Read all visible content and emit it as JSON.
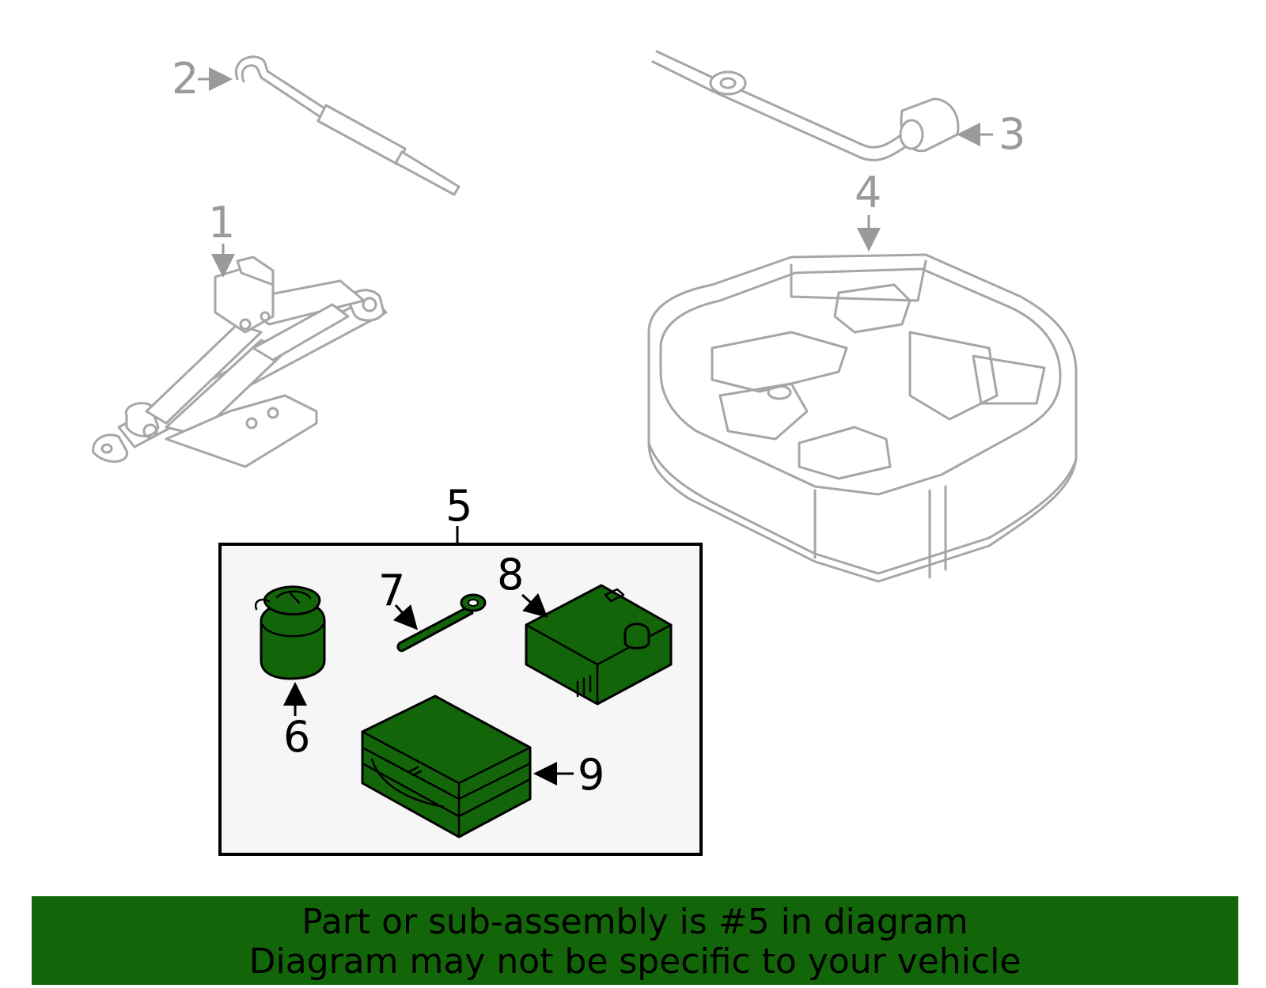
{
  "callouts": {
    "c1": "1",
    "c2": "2",
    "c3": "3",
    "c4": "4",
    "c5": "5",
    "c6": "6",
    "c7": "7",
    "c8": "8",
    "c9": "9"
  },
  "banner": {
    "line1": "Part or sub-assembly is #5 in diagram",
    "line2": "Diagram may not be specific to your vehicle"
  },
  "colors": {
    "highlight_green": "#136509",
    "inactive_part_grey": "#a6a6a6",
    "callout_grey": "#9a9a9a",
    "assembly_box_bg": "#f6f6f6"
  }
}
